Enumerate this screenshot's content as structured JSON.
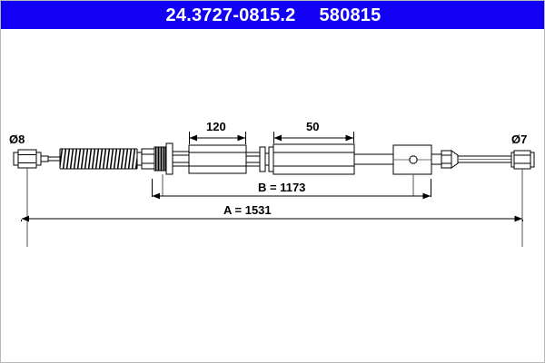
{
  "header": {
    "part_number": "24.3727-0815.2",
    "article_number": "580815",
    "background_color": "#1200f5",
    "text_color": "#ffffff"
  },
  "drawing": {
    "type": "technical-part-drawing",
    "subject": "brake cable assembly",
    "line_color": "#000000",
    "labels": {
      "left_diameter": "Ø8",
      "right_diameter": "Ø7",
      "tube_a_length": "120",
      "tube_b_length": "50",
      "dimension_b": "B = 1173",
      "dimension_a": "A = 1531"
    },
    "components": [
      {
        "name": "left-end-barrel",
        "diameter_label": "Ø8"
      },
      {
        "name": "spring-coil-section"
      },
      {
        "name": "threaded-nut-fitting"
      },
      {
        "name": "tube-section-120",
        "length_label": "120"
      },
      {
        "name": "collar-fitting"
      },
      {
        "name": "tube-section-50",
        "length_label": "50"
      },
      {
        "name": "bracket-block-with-hole"
      },
      {
        "name": "taper-ferrule"
      },
      {
        "name": "bare-cable"
      },
      {
        "name": "right-end-barrel",
        "diameter_label": "Ø7"
      }
    ]
  }
}
